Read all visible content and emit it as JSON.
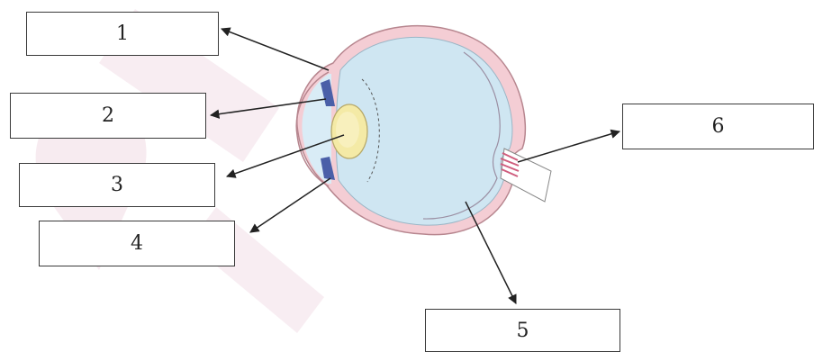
{
  "labels": [
    "1",
    "2",
    "3",
    "4",
    "5",
    "6"
  ],
  "colors": {
    "watermark": "#e8c8d6",
    "vitreous": "#cfe6f2",
    "sclera": "#f4cdd4",
    "sclera_outline": "#b7868f",
    "lens": "#f4eaa6",
    "iris": "#4a5fa8",
    "optic_nerve": "#cf5e7e",
    "line": "#222222"
  }
}
